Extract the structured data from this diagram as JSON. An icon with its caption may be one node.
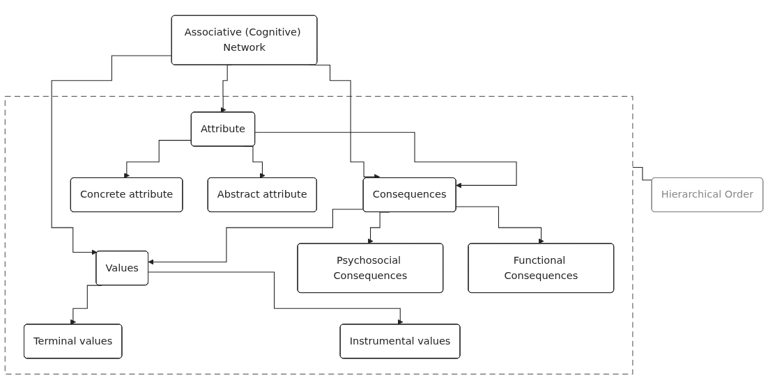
{
  "diagram": {
    "nodes": [
      {
        "text": [
          "Associative (Cognitive) Network"
        ]
      },
      {
        "text": [],
        "shape": "box"
      },
      {
        "text": [
          "Attribute"
        ],
        "in": 1
      },
      {
        "text": [
          "Consequences"
        ],
        "in": 1
      },
      {
        "text": [
          "Values"
        ],
        "in": 1
      },
      {
        "text": [
          "Concrete attribute"
        ],
        "in": 1
      },
      {
        "text": [
          "Abstract attribute"
        ],
        "in": 1
      },
      {
        "text": [
          "Psychosocial Consequences"
        ],
        "in": 1
      },
      {
        "text": [
          "Functional Consequences"
        ],
        "in": 1
      },
      {
        "text": [
          "Terminal values"
        ],
        "in": 1
      },
      {
        "text": [
          "Instrumental values"
        ],
        "in": 1
      },
      {
        "text": [
          "Hierarchical Order"
        ]
      }
    ],
    "edges": [
      {
        "from": 0,
        "to": 2,
        "arrow": "to"
      },
      {
        "from": 0,
        "to": 3,
        "arrow": "to"
      },
      {
        "from": 0,
        "to": 4,
        "arrow": "to"
      },
      {
        "from": 2,
        "to": 3,
        "arrow": "to"
      },
      {
        "from": 3,
        "to": 4,
        "arrow": "to"
      },
      {
        "from": 2,
        "to": 5,
        "arrow": "to"
      },
      {
        "from": 2,
        "to": 6,
        "arrow": "to"
      },
      {
        "from": 3,
        "to": 7,
        "arrow": "to"
      },
      {
        "from": 3,
        "to": 8,
        "arrow": "to"
      },
      {
        "from": 4,
        "to": 9,
        "arrow": "to"
      },
      {
        "from": 4,
        "to": 10,
        "arrow": "to"
      },
      {
        "from": 1,
        "to": 11,
        "arrow": "none"
      }
    ]
  }
}
